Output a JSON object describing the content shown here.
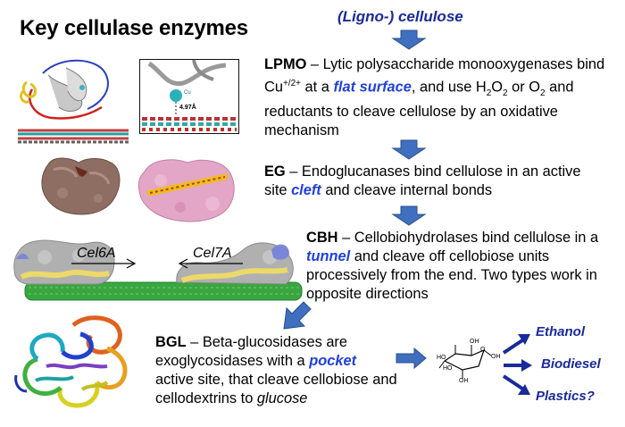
{
  "title": "Key cellulase enzymes",
  "substrate": "(Ligno-) cellulose",
  "lpmo": {
    "abbr": "LPMO",
    "text1": " – Lytic polysaccharide monooxygenases bind Cu",
    "cu_sup": "+/2+",
    "text2": " at a ",
    "highlight": "flat surface",
    "text3": ", and use H",
    "h2o2_sub": "2",
    "text4": "O",
    "h2o2_sub2": "2",
    "text5": " or O",
    "o2_sub": "2",
    "text6": " and reductants to cleave cellulose by an oxidative mechanism",
    "figure_distance": "4.97Å",
    "figure_cu_label": "Cu"
  },
  "eg": {
    "abbr": "EG",
    "text1": " – Endoglucanases bind cellulose in an active site ",
    "highlight": "cleft",
    "text2": " and cleave internal bonds"
  },
  "cbh": {
    "abbr": "CBH",
    "text1": " – Cellobiohydrolases bind cellulose in a ",
    "highlight": "tunnel",
    "text2": " and cleave off cellobiose units processively from the end. Two types work in opposite directions",
    "cel6a": "Cel6A",
    "cel7a": "Cel7A"
  },
  "bgl": {
    "abbr": "BGL",
    "text1": " – Beta-glucosidases are exoglycosidases with a ",
    "highlight": "pocket",
    "text2": " active site, that cleave cellobiose and cellodextrins to ",
    "product": "glucose"
  },
  "glucose_labels": {
    "oh1": "OH",
    "oh2": "HO",
    "oh3": "HO",
    "oh4": "OH",
    "oh5": "OH",
    "o": "O"
  },
  "products": [
    "Ethanol",
    "Biodiesel",
    "Plastics?"
  ],
  "colors": {
    "arrow_blue": "#3f6fbe",
    "arrow_edge": "#2a4f8f",
    "highlight_blue": "#1f3fe0",
    "title_blue": "#1a2a9a",
    "cellulose_green": "#3aa640",
    "protein_grey": "#b0b0b0",
    "protein_yellow": "#ecd96a",
    "protein_brown": "#8e6d63",
    "protein_pink": "#e3a6c6"
  }
}
